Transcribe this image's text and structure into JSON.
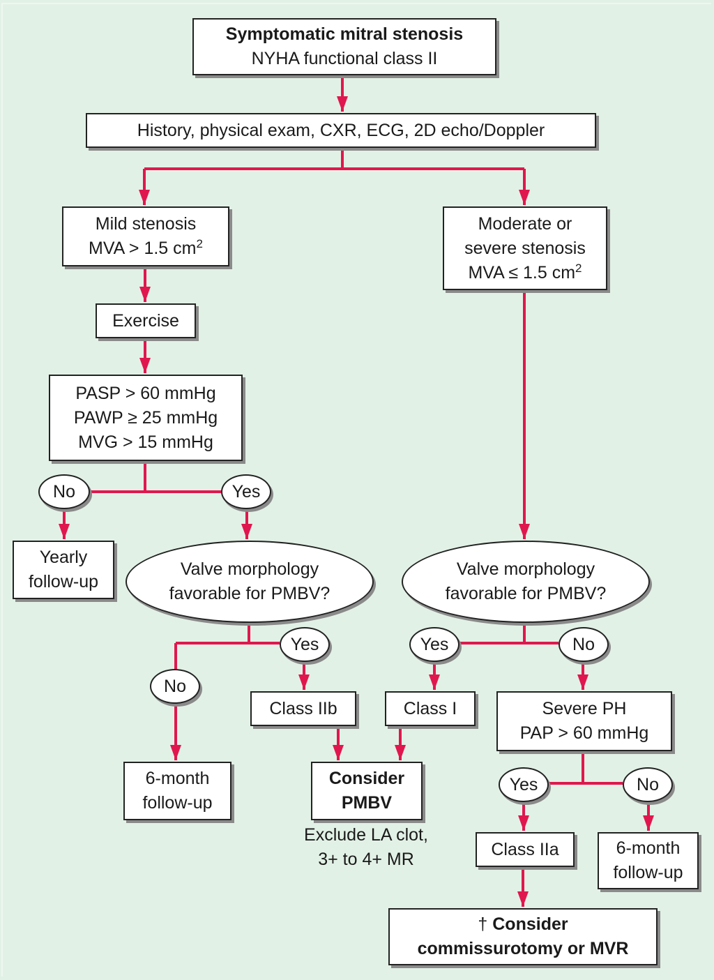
{
  "colors": {
    "background": "#e2f1e6",
    "connector": "#e0174e",
    "box_border": "#222222",
    "box_fill": "#ffffff",
    "shadow": "#8a8a8a"
  },
  "nodes": {
    "start": {
      "title": "Symptomatic mitral stenosis",
      "subtitle": "NYHA functional class II"
    },
    "workup": {
      "label": "History, physical exam, CXR, ECG, 2D echo/Doppler"
    },
    "mild": {
      "line1": "Mild stenosis",
      "line2_prefix": "MVA > 1.5 cm",
      "line2_sup": "2"
    },
    "moderate": {
      "line1": "Moderate or",
      "line2": "severe stenosis",
      "line3_prefix": "MVA ≤ 1.5 cm",
      "line3_sup": "2"
    },
    "exercise": {
      "label": "Exercise"
    },
    "criteria": {
      "lines": [
        "PASP > 60 mmHg",
        "PAWP ≥ 25 mmHg",
        "MVG > 15 mmHg"
      ]
    },
    "yearly_followup": {
      "lines": [
        "Yearly",
        "follow-up"
      ]
    },
    "valve_left": {
      "lines": [
        "Valve morphology",
        "favorable for PMBV?"
      ]
    },
    "valve_right": {
      "lines": [
        "Valve morphology",
        "favorable for PMBV?"
      ]
    },
    "class_iib": {
      "label": "Class IIb"
    },
    "class_i": {
      "label": "Class I"
    },
    "severe_ph": {
      "lines": [
        "Severe PH",
        "PAP > 60 mmHg"
      ]
    },
    "six_month_left": {
      "lines": [
        "6-month",
        "follow-up"
      ]
    },
    "consider_pmbv": {
      "lines": [
        "Consider",
        "PMBV"
      ]
    },
    "pmbv_note": {
      "lines": [
        "Exclude LA clot,",
        "3+ to 4+ MR"
      ]
    },
    "class_iia": {
      "label": "Class IIa"
    },
    "six_month_right": {
      "lines": [
        "6-month",
        "follow-up"
      ]
    },
    "consider_mvr": {
      "line1_dagger": "†",
      "line1": "Consider",
      "line2": "commissurotomy or MVR"
    }
  },
  "decisions": {
    "exercise_no": "No",
    "exercise_yes": "Yes",
    "valve_left_yes": "Yes",
    "valve_left_no": "No",
    "valve_right_yes": "Yes",
    "valve_right_no": "No",
    "ph_yes": "Yes",
    "ph_no": "No"
  }
}
